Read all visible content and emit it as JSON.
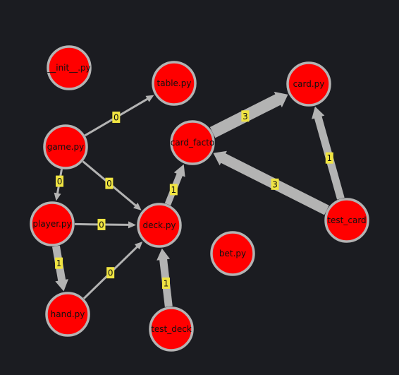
{
  "nodes": [
    {
      "id": "init",
      "label": "__init__.py"
    },
    {
      "id": "table",
      "label": "table.py"
    },
    {
      "id": "card",
      "label": "card.py"
    },
    {
      "id": "game",
      "label": "game.py"
    },
    {
      "id": "card_factory",
      "label": "card_facto"
    },
    {
      "id": "player",
      "label": "player.py"
    },
    {
      "id": "deck",
      "label": "deck.py"
    },
    {
      "id": "bet",
      "label": "bet.py"
    },
    {
      "id": "test_card",
      "label": "test_card"
    },
    {
      "id": "hand",
      "label": "hand.py"
    },
    {
      "id": "test_deck",
      "label": "test_deck"
    }
  ],
  "edges": [
    {
      "source": "game",
      "target": "table",
      "weight": "0"
    },
    {
      "source": "game",
      "target": "player",
      "weight": "0"
    },
    {
      "source": "game",
      "target": "deck",
      "weight": "0"
    },
    {
      "source": "player",
      "target": "deck",
      "weight": "0"
    },
    {
      "source": "player",
      "target": "hand",
      "weight": "1"
    },
    {
      "source": "hand",
      "target": "deck",
      "weight": "0"
    },
    {
      "source": "deck",
      "target": "card_factory",
      "weight": "1"
    },
    {
      "source": "card_factory",
      "target": "card",
      "weight": "3"
    },
    {
      "source": "test_card",
      "target": "card_factory",
      "weight": "3"
    },
    {
      "source": "test_card",
      "target": "card",
      "weight": "1"
    },
    {
      "source": "test_deck",
      "target": "deck",
      "weight": "1"
    }
  ],
  "colors": {
    "background": "#1b1c21",
    "node_fill": "#ff0000",
    "node_stroke": "#b3b3b3",
    "edge": "#b3b3b3",
    "badge": "#f0e442"
  }
}
